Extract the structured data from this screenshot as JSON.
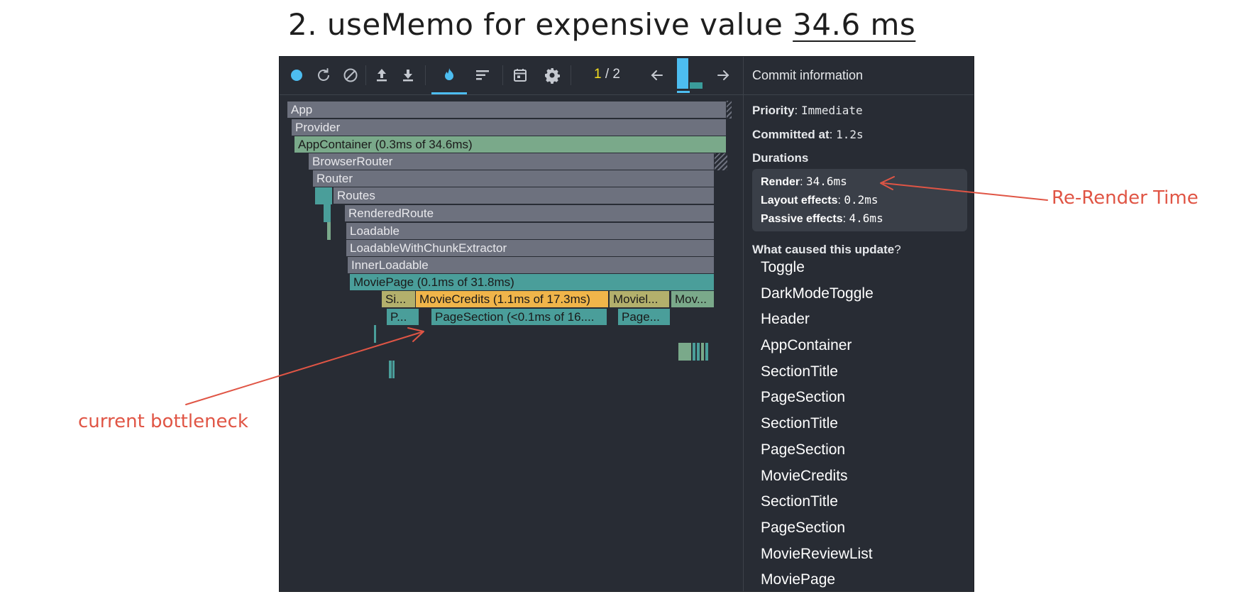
{
  "headline": {
    "prefix": "2. useMemo for expensive value ",
    "value": "34.6 ms"
  },
  "toolbar": {
    "icons": [
      "record-icon",
      "reload-icon",
      "clear-icon",
      "load-profile-icon",
      "save-profile-icon",
      "flamegraph-icon",
      "ranked-icon",
      "timeline-icon",
      "settings-icon"
    ],
    "commit_current": "1",
    "commit_separator": " / ",
    "commit_total": "2",
    "commit_bars": [
      0.9,
      0.18
    ],
    "accent_color": "#4dbdf0"
  },
  "flamegraph": {
    "nodes": [
      {
        "label": "App",
        "color": "gray"
      },
      {
        "label": "Provider",
        "color": "gray"
      },
      {
        "label": "AppContainer (0.3ms of 34.6ms)",
        "color": "green"
      },
      {
        "label": "BrowserRouter",
        "color": "gray"
      },
      {
        "label": "Router",
        "color": "gray"
      },
      {
        "label": "Routes",
        "color": "gray"
      },
      {
        "label": "RenderedRoute",
        "color": "gray"
      },
      {
        "label": "Loadable",
        "color": "gray"
      },
      {
        "label": "LoadableWithChunkExtractor",
        "color": "gray"
      },
      {
        "label": "InnerLoadable",
        "color": "gray"
      },
      {
        "label": "MoviePage (0.1ms of 31.8ms)",
        "color": "teal"
      },
      {
        "label": "Si...",
        "color": "olive"
      },
      {
        "label": "MovieCredits (1.1ms of 17.3ms)",
        "color": "yellow"
      },
      {
        "label": "Moviel...",
        "color": "olive"
      },
      {
        "label": "Mov...",
        "color": "green"
      },
      {
        "label": "P...",
        "color": "teal"
      },
      {
        "label": "PageSection (<0.1ms of 16....",
        "color": "teal"
      },
      {
        "label": "Page...",
        "color": "teal"
      }
    ]
  },
  "commit_info": {
    "title": "Commit information",
    "priority_label": "Priority",
    "priority_value": "Immediate",
    "committed_label": "Committed at",
    "committed_value": "1.2s",
    "durations_label": "Durations",
    "render_label": "Render",
    "render_value": "34.6ms",
    "layout_label": "Layout effects",
    "layout_value": "0.2ms",
    "passive_label": "Passive effects",
    "passive_value": "4.6ms",
    "cause_label": "What caused this update",
    "cause_mark": "?",
    "causes": [
      "Toggle",
      "DarkModeToggle",
      "Header",
      "AppContainer",
      "SectionTitle",
      "PageSection",
      "SectionTitle",
      "PageSection",
      "MovieCredits",
      "SectionTitle",
      "PageSection",
      "MovieReviewList",
      "MoviePage"
    ]
  },
  "annotations": {
    "rerender": "Re-Render Time",
    "bottleneck": "current bottleneck",
    "color": "#e05545"
  }
}
